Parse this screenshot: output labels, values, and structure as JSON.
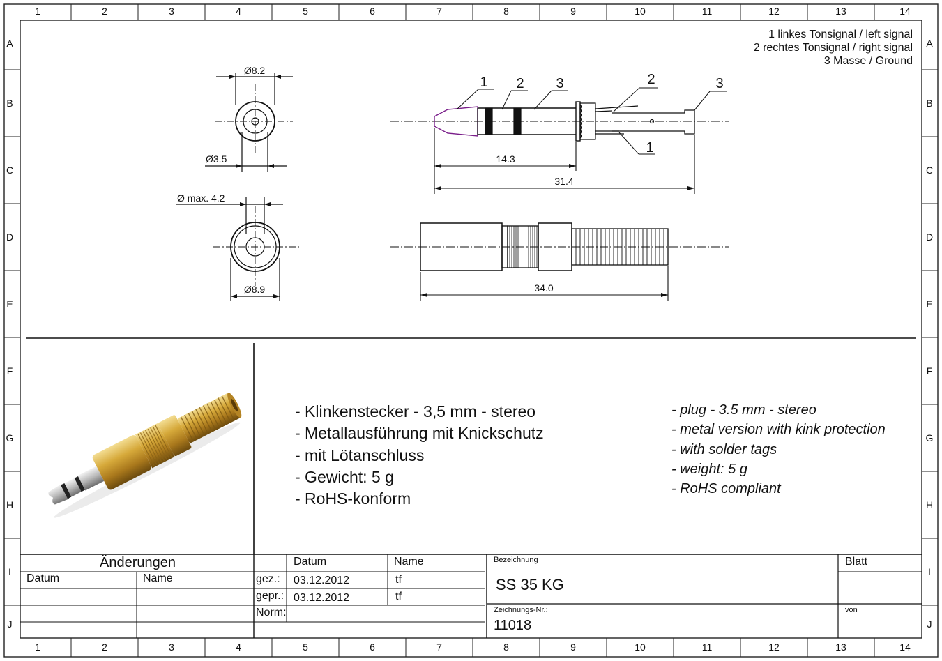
{
  "frame": {
    "columns": [
      "1",
      "2",
      "3",
      "4",
      "5",
      "6",
      "7",
      "8",
      "9",
      "10",
      "11",
      "12",
      "13",
      "14"
    ],
    "rows": [
      "A",
      "B",
      "C",
      "D",
      "E",
      "F",
      "G",
      "H",
      "I",
      "J"
    ]
  },
  "legend": [
    "1 linkes Tonsignal / left signal",
    "2 rechtes Tonsignal / right signal",
    "3 Masse / Ground"
  ],
  "dimensions": {
    "dia_outer_top": "Ø8.2",
    "dia_pin": "Ø3.5",
    "dia_max": "Ø max. 4.2",
    "dia_outer_bottom": "Ø8.9",
    "len_plug": "14.3",
    "len_total": "31.4",
    "len_housing": "34.0"
  },
  "callouts": {
    "plug_tip": "1",
    "plug_ring": "2",
    "plug_sleeve": "3",
    "tag_right": "2",
    "tag_ground": "3",
    "tag_left": "1"
  },
  "photo": {
    "icon": "gold-3.5mm-stereo-plug-photo"
  },
  "specs_de": [
    "- Klinkenstecker - 3,5 mm - stereo",
    "- Metallausführung mit Knickschutz",
    "- mit Lötanschluss",
    "- Gewicht: 5 g",
    "- RoHS-konform"
  ],
  "specs_en": [
    "- plug - 3.5 mm - stereo",
    "- metal version with kink protection",
    "- with solder tags",
    "- weight: 5 g",
    "- RoHS compliant"
  ],
  "title_block": {
    "changes_title": "Änderungen",
    "changes_date": "Datum",
    "changes_name": "Name",
    "date_header": "Datum",
    "name_header": "Name",
    "drawn_label": "gez.:",
    "checked_label": "gepr.:",
    "norm_label": "Norm:",
    "drawn_date": "03.12.2012",
    "checked_date": "03.12.2012",
    "drawn_name": "tf",
    "checked_name": "tf",
    "designation_label": "Bezeichnung",
    "designation": "SS 35 KG",
    "drawing_no_label": "Zeichnungs-Nr.:",
    "drawing_no": "11018",
    "sheet_label": "Blatt",
    "of_label": "von"
  }
}
